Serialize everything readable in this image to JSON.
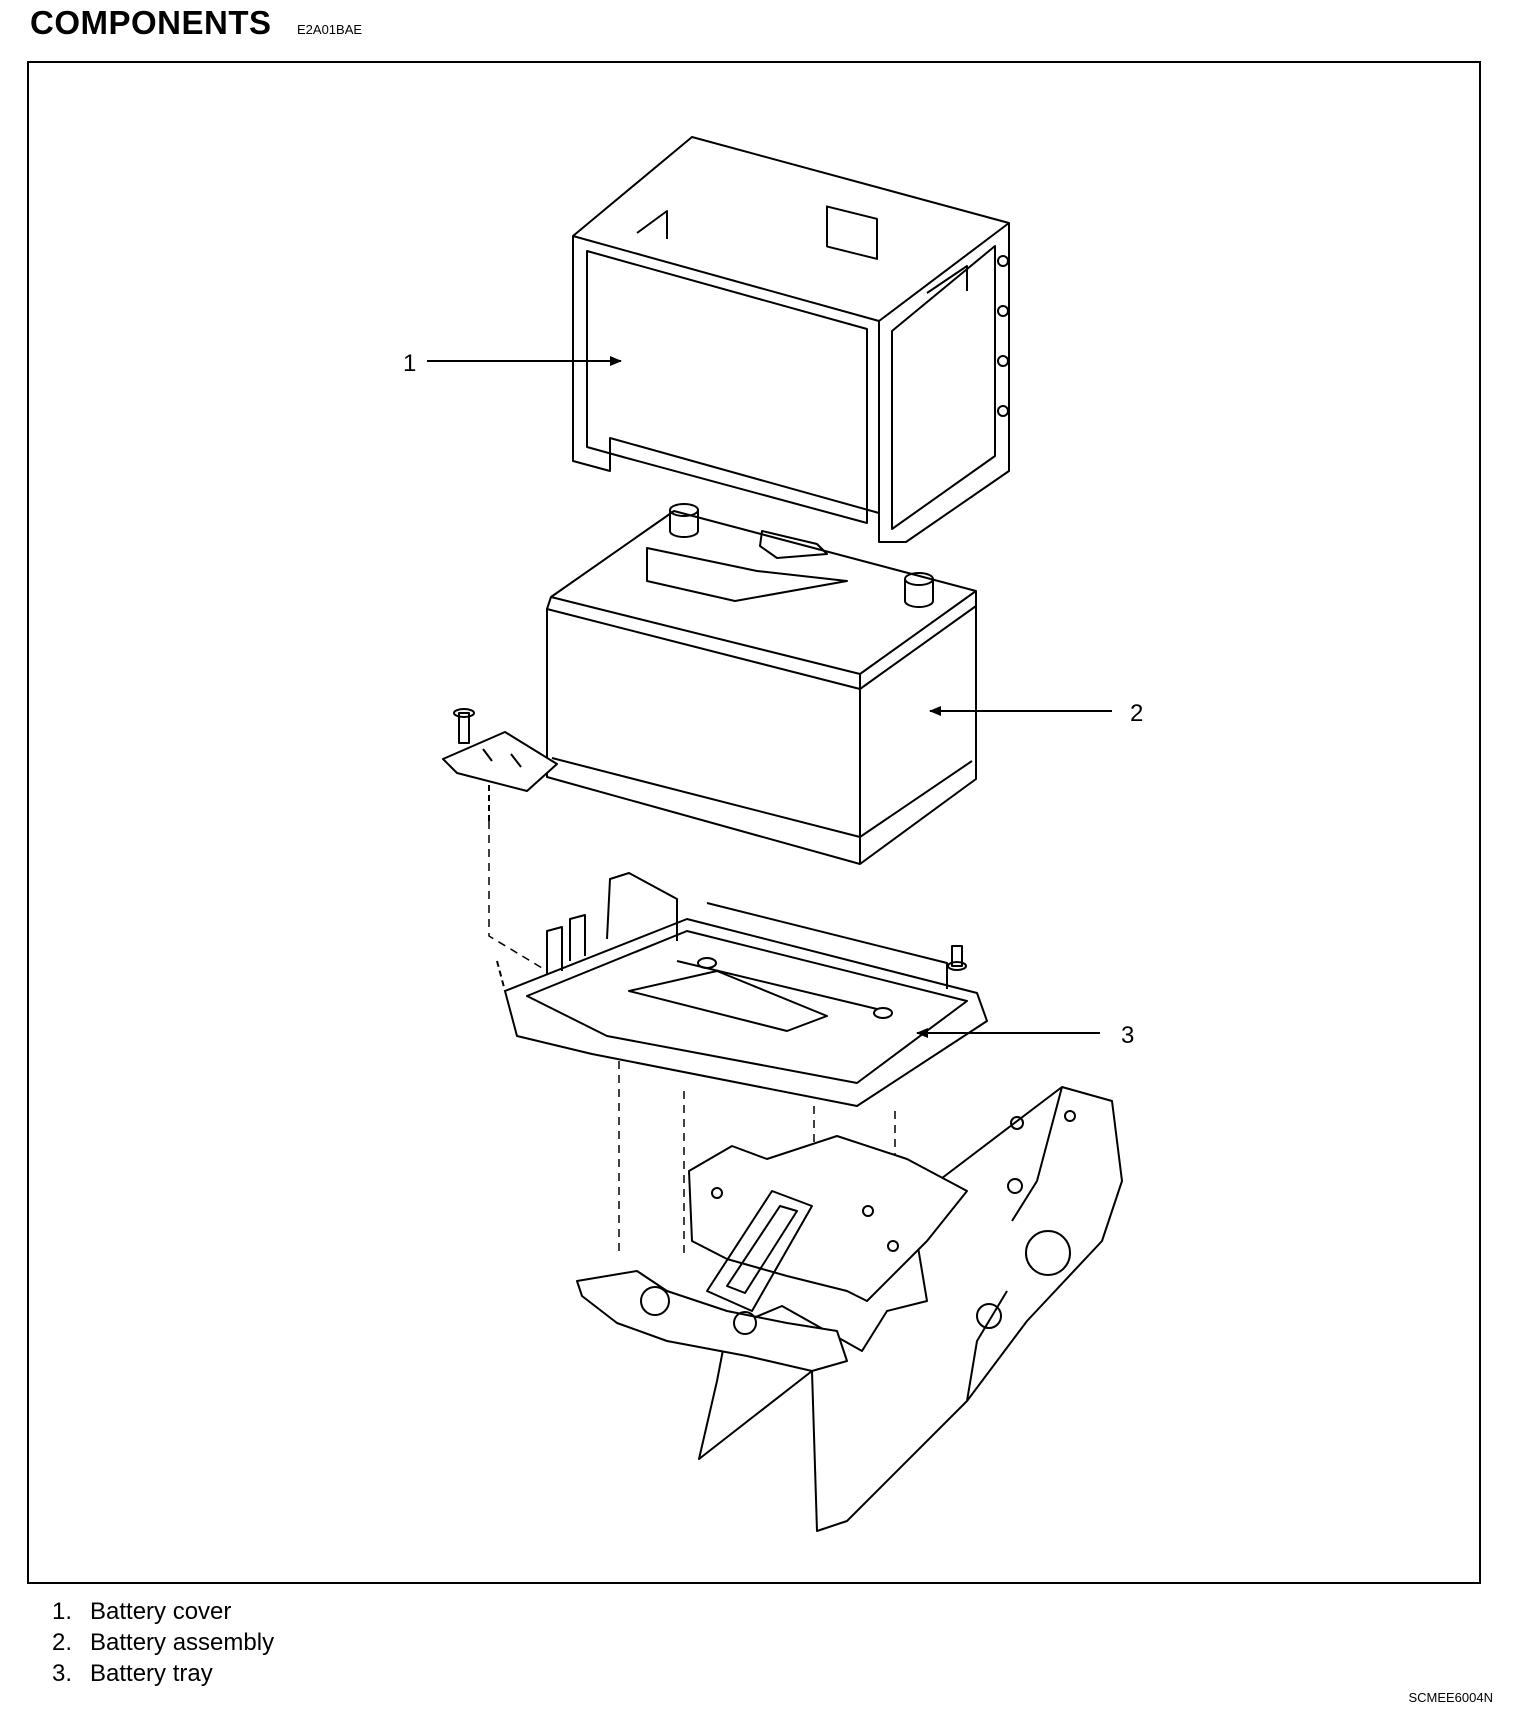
{
  "header": {
    "title": "COMPONENTS",
    "code": "E2A01BAE"
  },
  "callouts": [
    "1",
    "2",
    "3"
  ],
  "legend": [
    {
      "num": "1.",
      "label": "Battery cover"
    },
    {
      "num": "2.",
      "label": "Battery assembly"
    },
    {
      "num": "3.",
      "label": "Battery tray"
    }
  ],
  "figure_code": "SCMEE6004N",
  "colors": {
    "line": "#000000",
    "background": "#ffffff"
  }
}
